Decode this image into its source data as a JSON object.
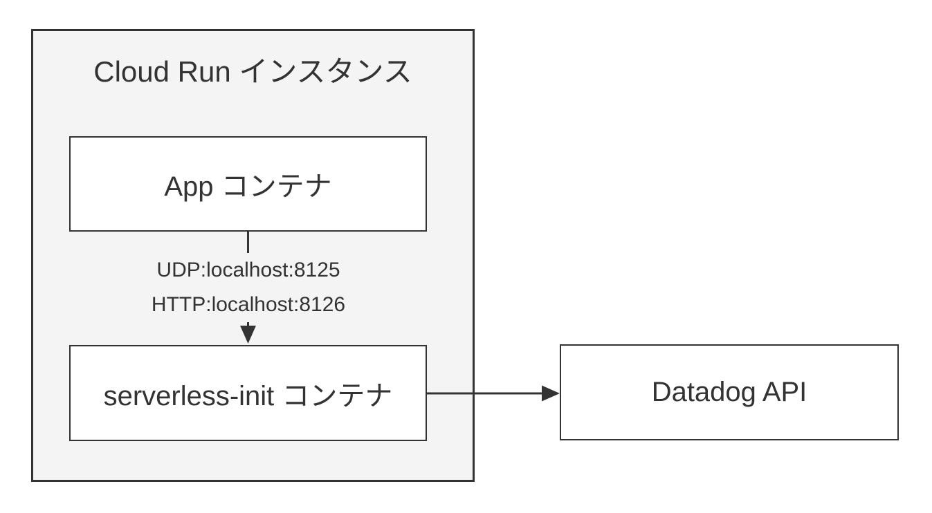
{
  "diagram": {
    "type": "flowchart",
    "cluster": {
      "label": "Cloud Run インスタンス"
    },
    "nodes": {
      "app": {
        "label": "App コンテナ"
      },
      "serverless_init": {
        "label": "serverless-init コンテナ"
      },
      "datadog": {
        "label": "Datadog API"
      }
    },
    "edges": {
      "app_to_serverless_init": {
        "from": "app",
        "to": "serverless_init",
        "direction": "down",
        "labels": [
          "UDP:localhost:8125",
          "HTTP:localhost:8126"
        ]
      },
      "serverless_init_to_datadog": {
        "from": "serverless_init",
        "to": "datadog",
        "direction": "right",
        "labels": []
      }
    },
    "colors": {
      "border": "#333333",
      "text": "#333333",
      "cluster_fill": "#f4f4f4",
      "node_fill": "#ffffff",
      "canvas": "#ffffff"
    }
  }
}
